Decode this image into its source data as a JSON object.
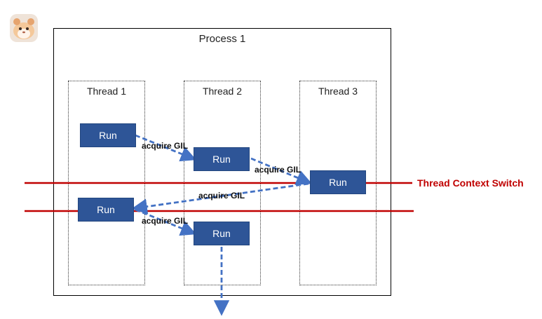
{
  "diagram": {
    "process": {
      "label": "Process 1"
    },
    "threads": [
      {
        "label": "Thread 1"
      },
      {
        "label": "Thread 2"
      },
      {
        "label": "Thread 3"
      }
    ],
    "runs": [
      {
        "label": "Run"
      },
      {
        "label": "Run"
      },
      {
        "label": "Run"
      },
      {
        "label": "Run"
      },
      {
        "label": "Run"
      }
    ],
    "arrows": [
      {
        "label": "acquire GIL"
      },
      {
        "label": "acquire GIL"
      },
      {
        "label": "acquire GIL"
      },
      {
        "label": "acquire GIL"
      }
    ],
    "context_switch_label": "Thread Context Switch",
    "colors": {
      "run_fill": "#2e5597",
      "arrow": "#4472c4",
      "switch_line": "#c00000"
    }
  }
}
